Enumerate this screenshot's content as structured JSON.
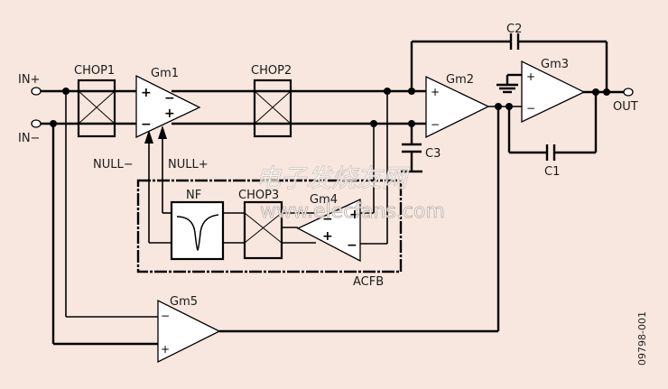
{
  "diagram": {
    "inputs": {
      "in_plus": "IN+",
      "in_minus": "IN−"
    },
    "output": "OUT",
    "blocks": {
      "chop1": "CHOP1",
      "chop2": "CHOP2",
      "chop3": "CHOP3",
      "nf": "NF",
      "acfb": "ACFB"
    },
    "amplifiers": {
      "gm1": {
        "label": "Gm1",
        "signs": [
          "+",
          "−",
          "−",
          "+"
        ]
      },
      "gm2": {
        "label": "Gm2",
        "signs": [
          "+",
          "−"
        ]
      },
      "gm3": {
        "label": "Gm3",
        "signs": [
          "+",
          "−"
        ]
      },
      "gm4": {
        "label": "Gm4",
        "signs": [
          "+",
          "−",
          "+",
          "−"
        ]
      },
      "gm5": {
        "label": "Gm5",
        "signs": [
          "−",
          "+"
        ]
      }
    },
    "capacitors": {
      "c1": "C1",
      "c2": "C2",
      "c3": "C3"
    },
    "null_labels": {
      "null_minus": "NULL−",
      "null_plus": "NULL+"
    },
    "figure_id": "09798-001",
    "watermark": {
      "cn": "电子发烧友网",
      "url": "www.elecfans.com"
    }
  }
}
